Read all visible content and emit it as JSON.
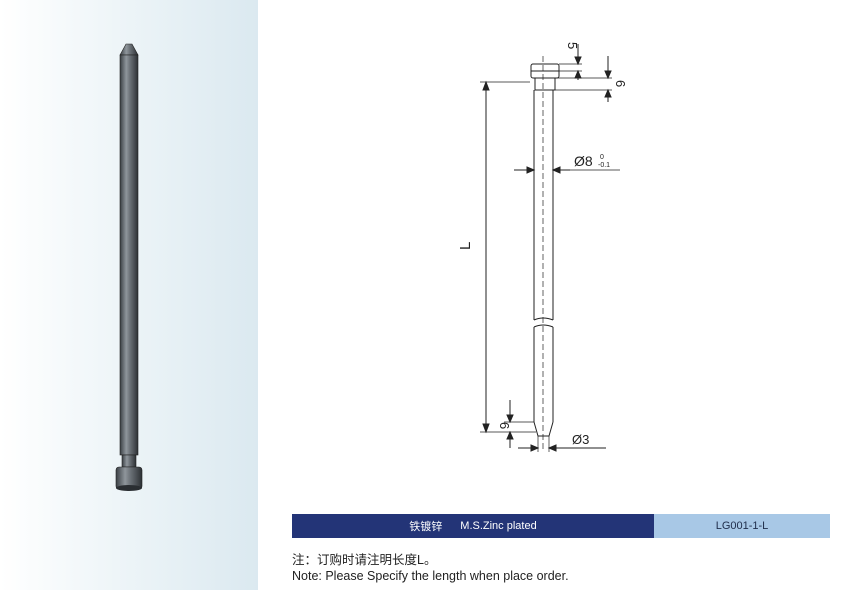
{
  "drawing": {
    "dim_top_head": "5",
    "dim_neck_top": "6",
    "dim_diameter_main": "Ø8",
    "tol_upper": "0",
    "tol_lower": "-0.1",
    "dim_length": "L",
    "dim_tip_length": "6",
    "dim_tip_diameter": "Ø3"
  },
  "spec": {
    "material_cn": "铁镀锌",
    "material_en": "M.S.Zinc plated",
    "part_code": "LG001-1-L"
  },
  "note": {
    "cn": "注：订购时请注明长度L。",
    "en": "Note: Please Specify the length when place order."
  }
}
